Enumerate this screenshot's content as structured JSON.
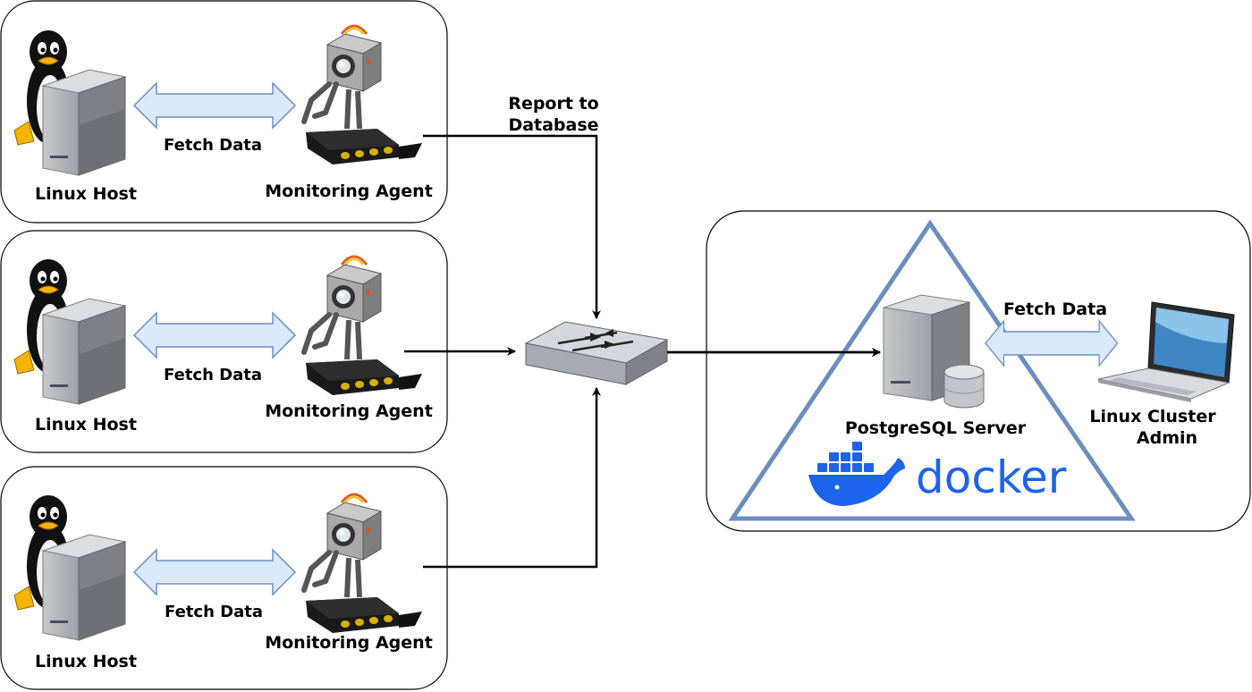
{
  "hosts": [
    {
      "host_label": "Linux Host",
      "agent_label": "Monitoring Agent",
      "link_label": "Fetch Data"
    },
    {
      "host_label": "Linux Host",
      "agent_label": "Monitoring Agent",
      "link_label": "Fetch Data"
    },
    {
      "host_label": "Linux Host",
      "agent_label": "Monitoring Agent",
      "link_label": "Fetch Data"
    }
  ],
  "report_label_line1": "Report to",
  "report_label_line2": "Database",
  "server": {
    "db_label": "PostgreSQL Server",
    "fetch_label": "Fetch Data",
    "admin_label_line1": "Linux Cluster",
    "admin_label_line2": "Admin",
    "docker_text": "docker"
  },
  "colors": {
    "triangle": "#6c8ebf",
    "double_arrow_fill": "#dae8fc",
    "double_arrow_stroke": "#6c8ebf",
    "docker_blue": "#1d63ed"
  }
}
